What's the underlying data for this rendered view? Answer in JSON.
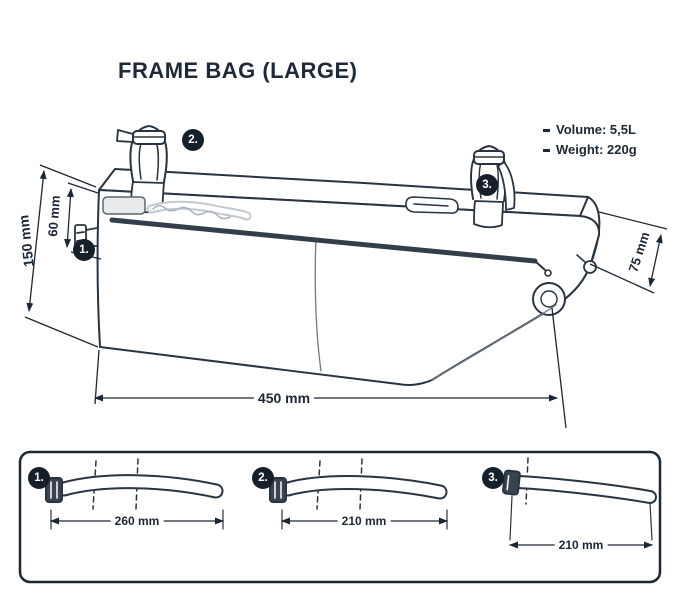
{
  "title": "FRAME BAG (LARGE)",
  "specs": {
    "items": [
      {
        "label": "Volume: 5,5L"
      },
      {
        "label": "Weight: 220g"
      }
    ]
  },
  "diagram": {
    "dimensions": {
      "height": "150 mm",
      "inner_height": "60 mm",
      "depth": "75 mm",
      "length": "450 mm"
    },
    "callouts": [
      {
        "number": "1."
      },
      {
        "number": "2."
      },
      {
        "number": "3."
      }
    ]
  },
  "straps_panel": {
    "straps": [
      {
        "number": "1.",
        "length": "260 mm"
      },
      {
        "number": "2.",
        "length": "210 mm"
      },
      {
        "number": "3.",
        "length": "210 mm"
      }
    ]
  },
  "colors": {
    "ink": "#1d2733",
    "outline": "#2a3440",
    "light_gray": "#b9bfc6"
  }
}
